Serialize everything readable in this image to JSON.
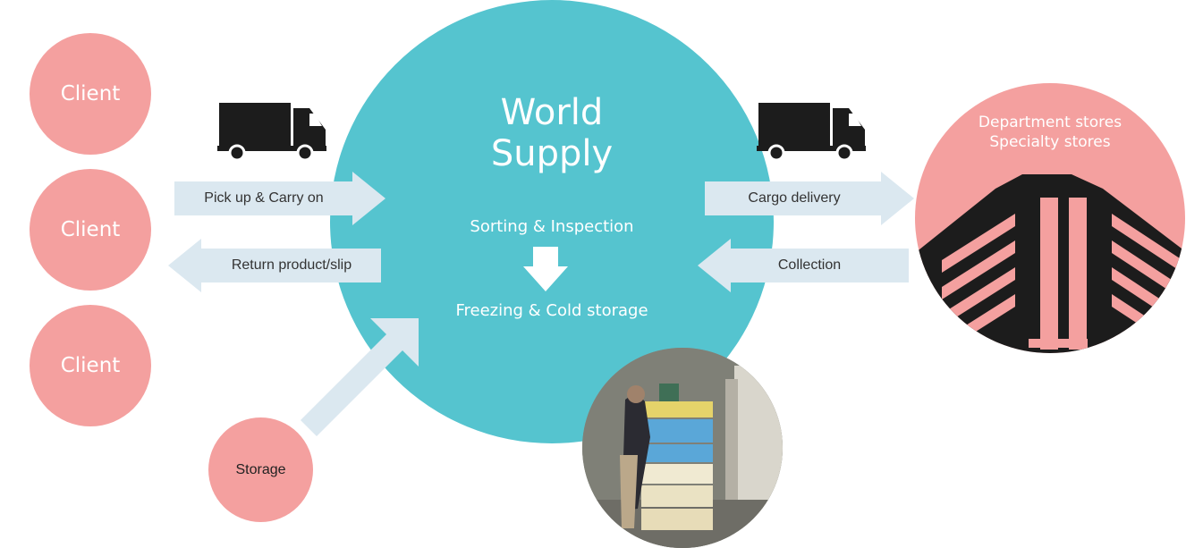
{
  "clients": [
    "Client",
    "Client",
    "Client"
  ],
  "center": {
    "title_line1": "World",
    "title_line2": "Supply",
    "step1": "Sorting & Inspection",
    "step2": "Freezing & Cold storage"
  },
  "arrows": {
    "pickup": "Pick up & Carry on",
    "return": "Return product/slip",
    "cargo": "Cargo delivery",
    "collection": "Collection"
  },
  "storage": "Storage",
  "destination": {
    "line1": "Department stores",
    "line2": "Specialty stores"
  },
  "icons": [
    "truck-icon",
    "truck-icon",
    "down-arrow-icon",
    "building-icon",
    "warehouse-photo"
  ],
  "colors": {
    "client": "#f4a09f",
    "center": "#55c4cf",
    "arrow": "#dbe8f0",
    "building": "#1c1c1c"
  }
}
